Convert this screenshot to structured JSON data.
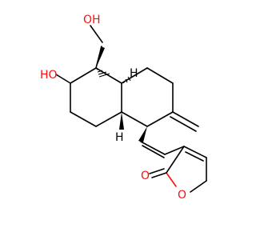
{
  "colors": {
    "background": "#ffffff",
    "bond": "#000000",
    "oxygen": "#ff0d0d"
  },
  "atoms": {
    "hydroxymethyl_oh": "OH",
    "ring_oh": "HO",
    "h_top": "H",
    "h_bottom": "H",
    "carbonyl_o": "O",
    "ring_o": "O"
  }
}
